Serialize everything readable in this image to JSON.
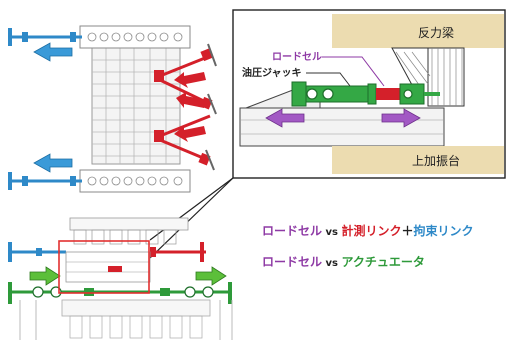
{
  "labels": {
    "reaction_beam": "反力梁",
    "shake_table": "上加振台",
    "load_cell": "ロードセル",
    "hydraulic_jack": "油圧ジャッキ"
  },
  "legend": {
    "line1_part1": "ロードセル",
    "line1_vs": " vs ",
    "line1_part2": "計測リンク",
    "line1_plus": "＋",
    "line1_part3": "拘束リンク",
    "line2_part1": "ロードセル",
    "line2_vs": " vs ",
    "line2_part2": "アクチュエータ"
  },
  "colors": {
    "load_cell": "#8e3aa5",
    "measure_link": "#d4202a",
    "restraint_link": "#2e89c8",
    "actuator": "#2e9a3a",
    "vs_text": "#222222",
    "reaction_beam_fill": "#ecdcb0",
    "highlight_box": "#e23030"
  }
}
